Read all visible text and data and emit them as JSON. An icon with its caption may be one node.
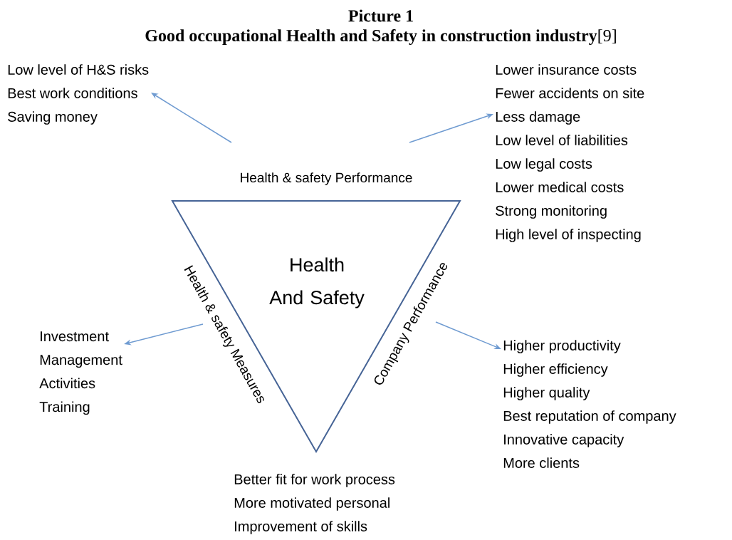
{
  "diagram": {
    "title": "Picture 1",
    "caption": "**Good occupational Health and Safety in construction industry**[9]",
    "nodes": [
      {
        "text": [
          "Health And Safety"
        ],
        "beside": [
          "Health & safety Performance",
          "Health & safety Measures",
          "Company Performance"
        ]
      },
      {
        "text": [
          "Low level of H&S risks",
          "Best work conditions",
          "Saving money"
        ]
      },
      {
        "text": [
          "Lower insurance costs",
          "Fewer accidents on site",
          "Less damage",
          "Low level of liabilities",
          "Low legal costs",
          "Lower medical costs",
          "Strong monitoring",
          "High level of inspecting"
        ]
      },
      {
        "text": [
          "Investment",
          "Management",
          "Activities",
          "Training"
        ]
      },
      {
        "text": [
          "Higher productivity",
          "Higher efficiency",
          "Higher quality",
          "Best reputation of company",
          "Innovative capacity",
          "More clients"
        ]
      }
    ],
    "edges": [
      {
        "from": 0,
        "to": 1,
        "arrow": "to"
      },
      {
        "from": 0,
        "to": 2,
        "arrow": "to"
      },
      {
        "from": 0,
        "to": 3,
        "arrow": "to"
      },
      {
        "from": 0,
        "to": 4,
        "arrow": "to"
      }
    ],
    "labels": [
      "Better fit for work process",
      "More motivated personal",
      "Improvement of skills"
    ]
  }
}
